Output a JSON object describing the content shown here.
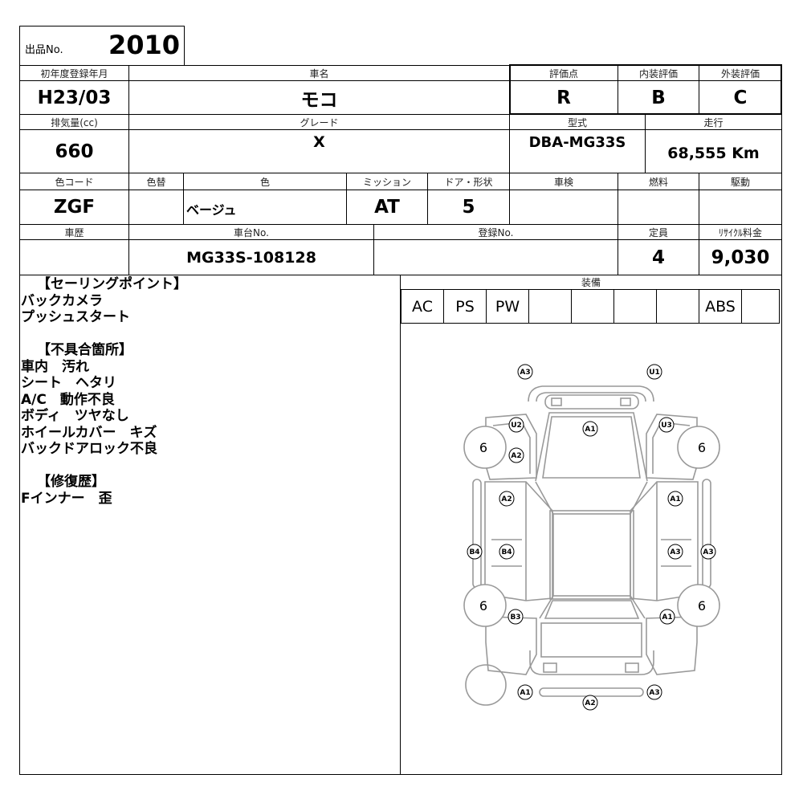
{
  "lot": {
    "label": "出品No.",
    "number": "2010"
  },
  "row1": {
    "first_reg_label": "初年度登録年月",
    "first_reg": "H23/03",
    "car_name_label": "車名",
    "car_name": "モコ",
    "score_label": "評価点",
    "score": "R",
    "interior_label": "内装評価",
    "interior": "B",
    "exterior_label": "外装評価",
    "exterior": "C"
  },
  "row2": {
    "displacement_label": "排気量(cc)",
    "displacement": "660",
    "grade_label": "グレード",
    "grade": "X",
    "model_label": "型式",
    "model": "DBA-MG33S",
    "mileage_label": "走行",
    "mileage": "68,555 Km"
  },
  "row3": {
    "color_code_label": "色コード",
    "color_code": "ZGF",
    "repaint_label": "色替",
    "repaint": "",
    "color_label": "色",
    "color": "ベージュ",
    "mission_label": "ミッション",
    "mission": "AT",
    "doors_label": "ドア・形状",
    "doors": "5",
    "inspection_label": "車検",
    "inspection": "",
    "fuel_label": "燃料",
    "fuel": "",
    "drive_label": "駆動",
    "drive": ""
  },
  "row4": {
    "history_label": "車歴",
    "history": "",
    "chassis_label": "車台No.",
    "chassis": "MG33S-108128",
    "reg_no_label": "登録No.",
    "reg_no": "",
    "capacity_label": "定員",
    "capacity": "4",
    "recycle_label": "ﾘｻｲｸﾙ料金",
    "recycle": "9,030"
  },
  "notes": {
    "selling_title": "【セーリングポイント】",
    "selling": [
      "バックカメラ",
      "プッシュスタート"
    ],
    "defects_title": "【不具合箇所】",
    "defects": [
      "車内　汚れ",
      "シート　ヘタリ",
      "A/C　動作不良",
      "ボディ　ツヤなし",
      "ホイールカバー　キズ",
      "バックドアロック不良"
    ],
    "repair_title": "【修復歴】",
    "repairs": [
      "Fインナー　歪"
    ]
  },
  "equipment": {
    "label": "装備",
    "items": [
      "AC",
      "PS",
      "PW",
      "",
      "",
      "",
      "",
      "ABS",
      ""
    ]
  },
  "diagram": {
    "tires": [
      "6",
      "6",
      "6",
      "6"
    ],
    "marks": [
      "A3",
      "U1",
      "A1",
      "U2",
      "U3",
      "A2",
      "A2",
      "A1",
      "B4",
      "B4",
      "A3",
      "A3",
      "B3",
      "A1",
      "A1",
      "A3",
      "A2"
    ]
  }
}
